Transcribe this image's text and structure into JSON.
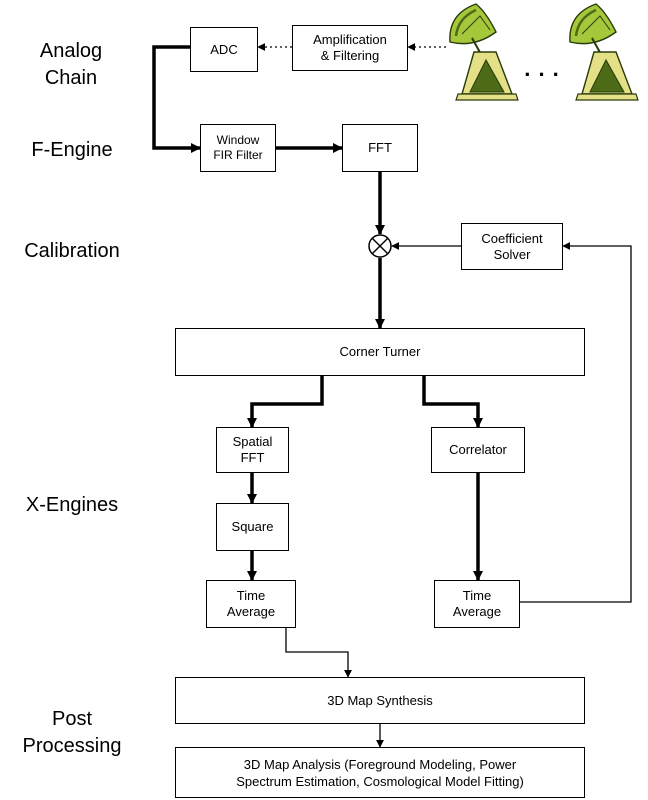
{
  "stages": {
    "analog": "Analog\nChain",
    "fengine": "F-Engine",
    "calibration": "Calibration",
    "xengines": "X-Engines",
    "post": "Post\nProcessing"
  },
  "blocks": {
    "adc": "ADC",
    "amplification": "Amplification\n& Filtering",
    "window_fir": "Window\nFIR Filter",
    "fft": "FFT",
    "coefficient_solver": "Coefficient\nSolver",
    "corner_turner": "Corner Turner",
    "spatial_fft": "Spatial\nFFT",
    "correlator": "Correlator",
    "square": "Square",
    "time_average_left": "Time\nAverage",
    "time_average_right": "Time\nAverage",
    "map_synthesis": "3D Map Synthesis",
    "map_analysis": "3D Map Analysis (Foreground Modeling, Power\nSpectrum Estimation, Cosmological Model Fitting)"
  },
  "antennas": {
    "ellipsis": ". . ."
  },
  "icons": {
    "antenna": "satellite-dish-icon",
    "multiplier": "circled-times-icon"
  },
  "colors": {
    "dish": "#a5c83a",
    "dish_dark": "#4d6b16",
    "mount": "#e3e087"
  }
}
